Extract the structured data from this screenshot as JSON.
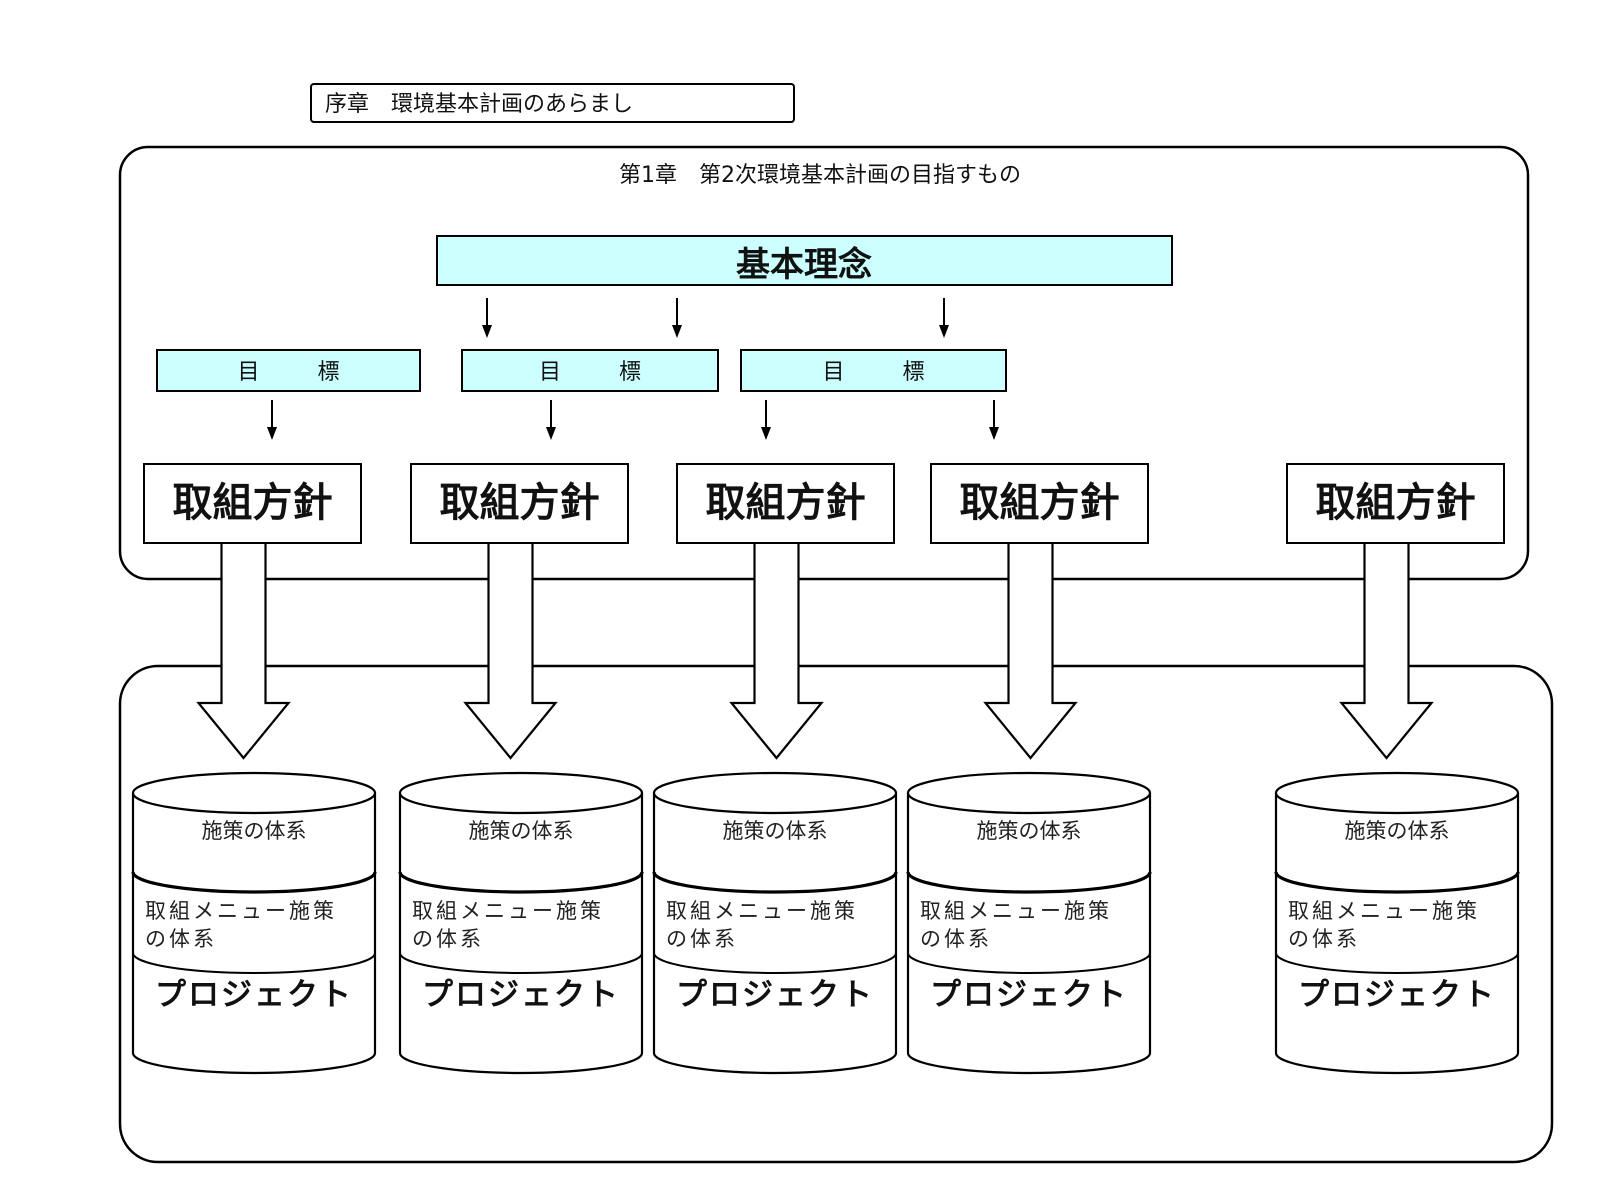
{
  "colors": {
    "box_fill_cyan": "#ccffff",
    "stroke": "#000000",
    "background": "#ffffff"
  },
  "prologue": {
    "label": "序章　環境基本計画のあらまし"
  },
  "chapter1": {
    "title": "第1章　第2次環境基本計画の目指すもの",
    "basic_philosophy": "基本理念",
    "goals": [
      {
        "label_left": "目",
        "label_right": "標"
      },
      {
        "label_left": "目",
        "label_right": "標"
      },
      {
        "label_left": "目",
        "label_right": "標"
      }
    ],
    "policies": [
      {
        "label": "取組方針"
      },
      {
        "label": "取組方針"
      },
      {
        "label": "取組方針"
      },
      {
        "label": "取組方針"
      },
      {
        "label": "取組方針"
      }
    ]
  },
  "measures": {
    "cylinders": [
      {
        "top": "施策の体系",
        "middle_line1": "取組メニュー施策",
        "middle_line2": "の体系",
        "bottom": "プロジェクト"
      },
      {
        "top": "施策の体系",
        "middle_line1": "取組メニュー施策",
        "middle_line2": "の体系",
        "bottom": "プロジェクト"
      },
      {
        "top": "施策の体系",
        "middle_line1": "取組メニュー施策",
        "middle_line2": "の体系",
        "bottom": "プロジェクト"
      },
      {
        "top": "施策の体系",
        "middle_line1": "取組メニュー施策",
        "middle_line2": "の体系",
        "bottom": "プロジェクト"
      },
      {
        "top": "施策の体系",
        "middle_line1": "取組メニュー施策",
        "middle_line2": "の体系",
        "bottom": "プロジェクト"
      }
    ]
  }
}
